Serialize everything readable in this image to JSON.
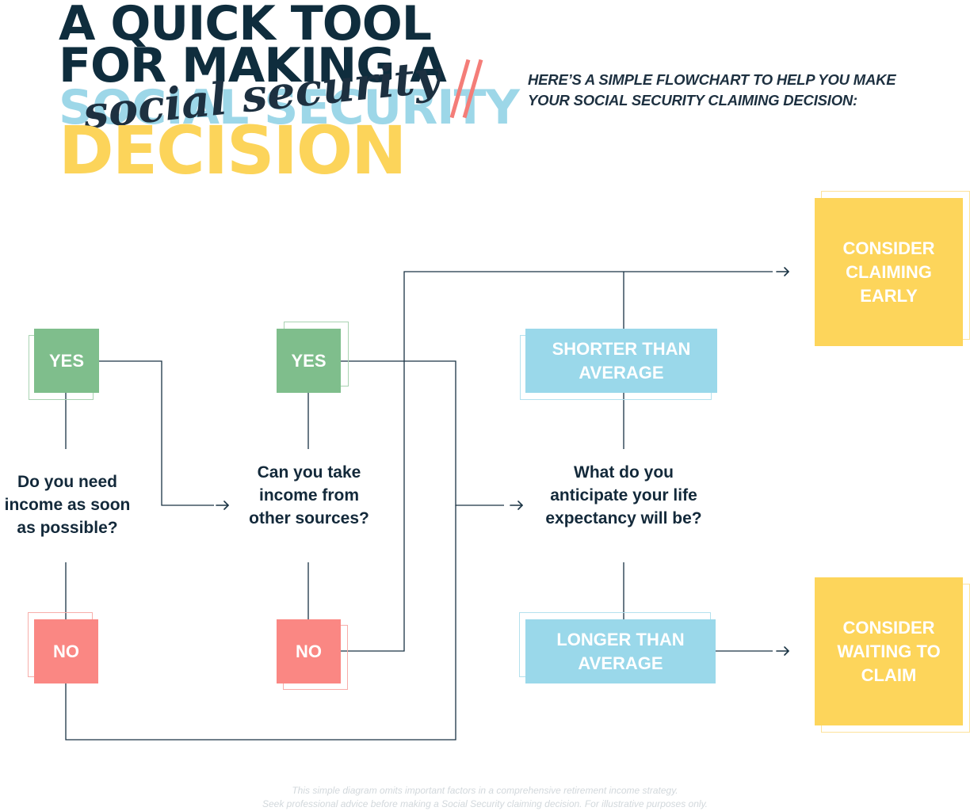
{
  "header": {
    "title_line1": "A QUICK TOOL",
    "title_line2": "FOR MAKING A",
    "title_line3": "SOCIAL SECURITY",
    "title_script": "social security",
    "title_line4": "DECISION",
    "intro_line1": "HERE’S A SIMPLE FLOWCHART TO HELP YOU MAKE",
    "intro_line2": "YOUR SOCIAL SECURITY CLAIMING DECISION:"
  },
  "flow": {
    "q1": "Do you need income as soon as possible?",
    "q2": "Can you take income from other sources?",
    "q3": "What do you anticipate your life expectancy will be?",
    "yes": "YES",
    "no": "NO",
    "shorter": "SHORTER THAN AVERAGE",
    "longer": "LONGER THAN AVERAGE",
    "early": "CONSIDER CLAIMING EARLY",
    "wait": "CONSIDER WAITING TO CLAIM"
  },
  "footer": {
    "line1": "This simple diagram omits important factors in a comprehensive retirement income strategy.",
    "line2": "Seek professional advice before making a Social Security claiming decision. For illustrative purposes only."
  },
  "colors": {
    "navy": "#0f2d3d",
    "green": "#7fbe8c",
    "red": "#fa8783",
    "blue": "#9ad8ea",
    "yellow": "#fdd55b",
    "accent_slash": "#f47d78"
  }
}
